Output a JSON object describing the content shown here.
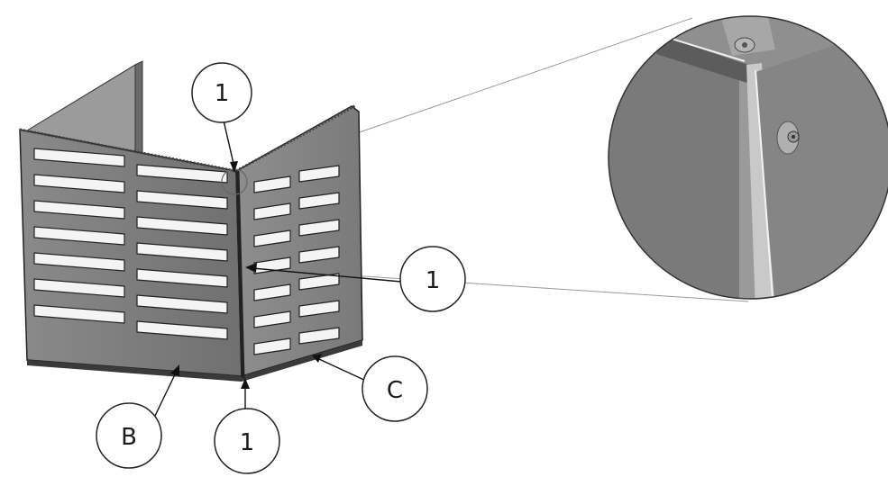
{
  "callouts": {
    "top": "1",
    "right": "1",
    "bottom": "1",
    "b": "B",
    "c": "C"
  }
}
